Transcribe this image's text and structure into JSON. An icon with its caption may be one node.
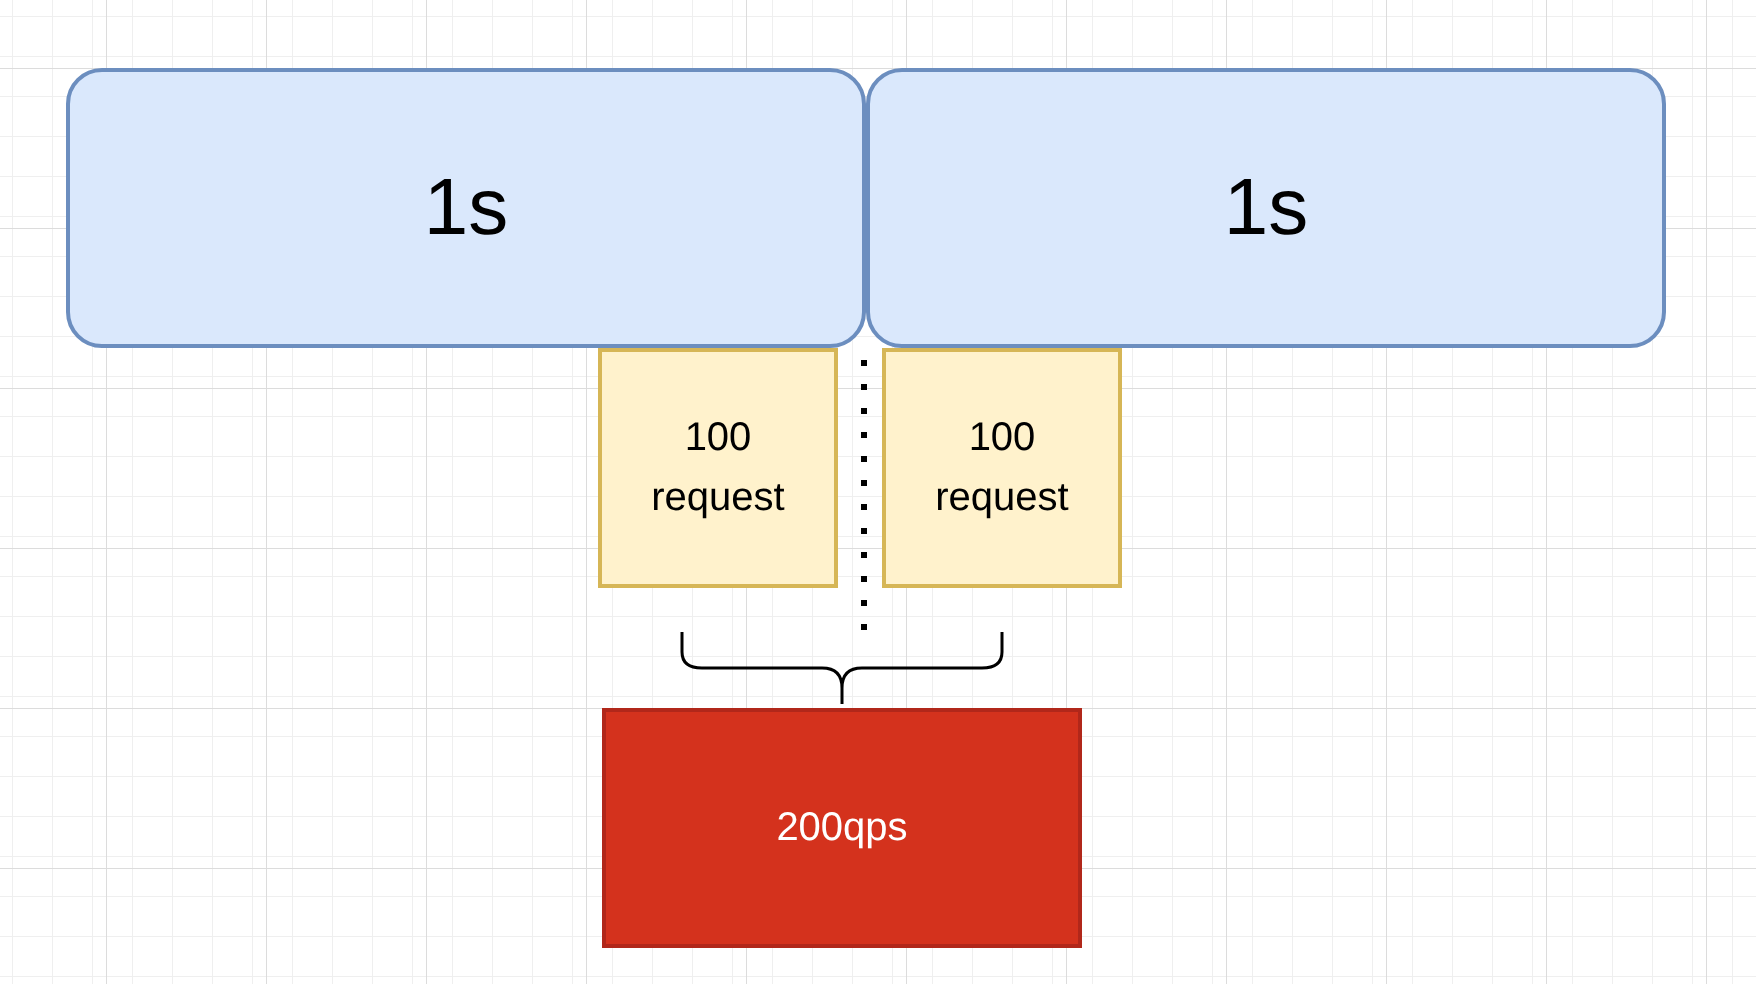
{
  "diagram": {
    "nodes": [
      {
        "text": [
          "1s"
        ]
      },
      {
        "text": [
          "1s"
        ]
      },
      {
        "text": [
          "100 request"
        ]
      },
      {
        "text": [
          "100 request"
        ]
      },
      {
        "text": [
          "200qps"
        ]
      }
    ]
  }
}
